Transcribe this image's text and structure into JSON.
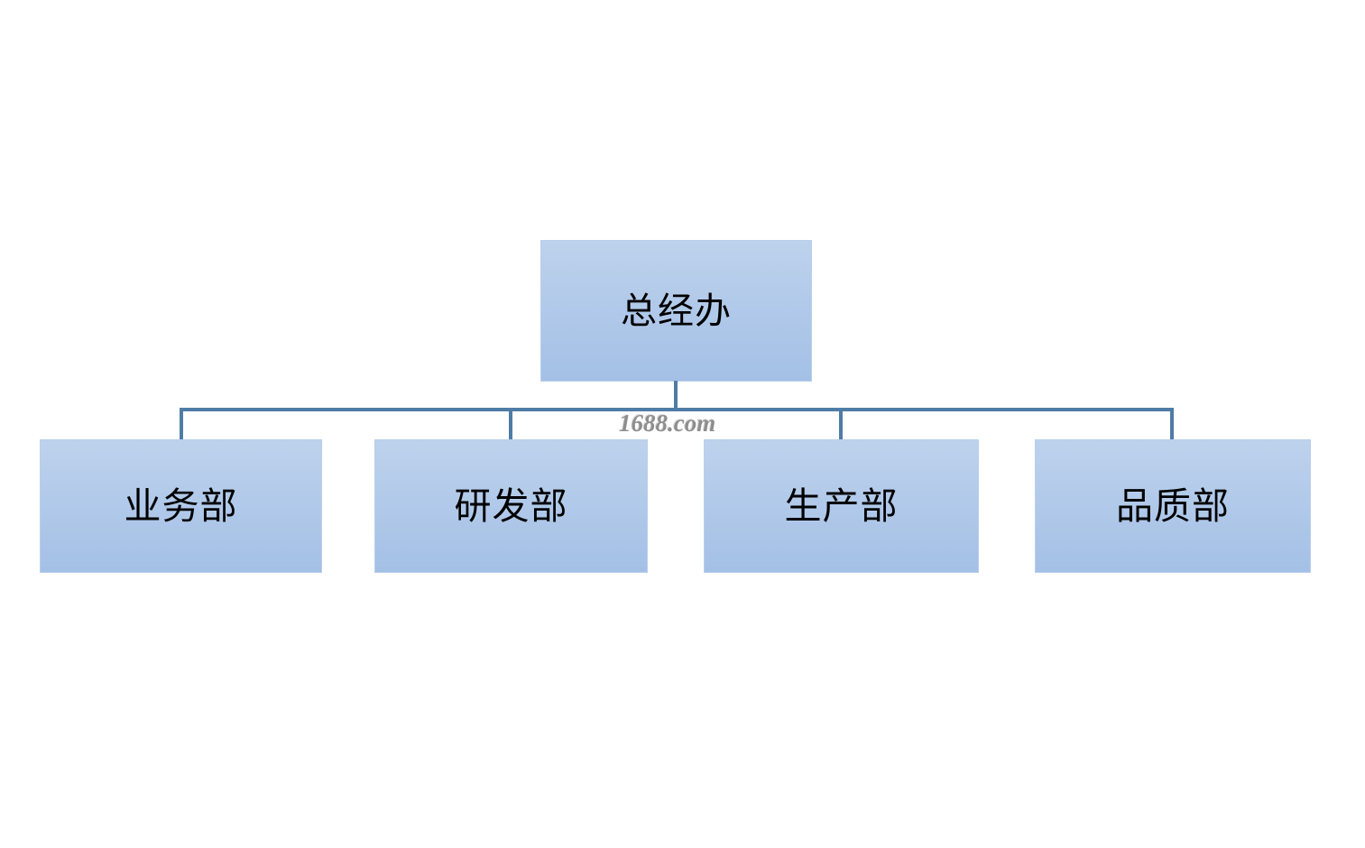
{
  "diagram": {
    "type": "org-chart",
    "title": "",
    "background_color": "#ffffff",
    "node_fill_top": "#bdd2ec",
    "node_fill_bottom": "#a4c0e6",
    "connector_color": "#4f7ca6",
    "text_color": "#000000",
    "root": {
      "label": "总经办"
    },
    "children": [
      {
        "label": "业务部"
      },
      {
        "label": "研发部"
      },
      {
        "label": "生产部"
      },
      {
        "label": "品质部"
      }
    ]
  },
  "watermark": {
    "text": "1688.com",
    "color": "#8e8e8e"
  }
}
